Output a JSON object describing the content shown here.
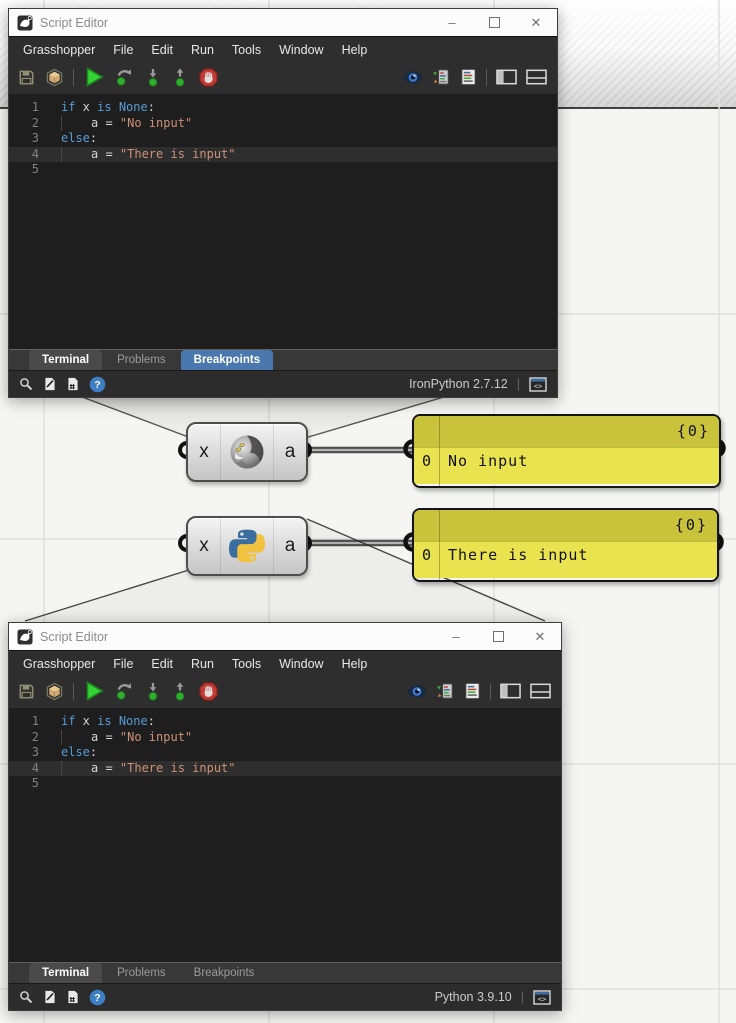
{
  "ui": {
    "status_separator": "|",
    "colors": {
      "tab_highlight_blue": "#4a78ae",
      "panel_header_yellow": "#c9c33c",
      "panel_body_yellow": "#e9e34f",
      "code_keyword": "#569cd6",
      "code_string": "#ce9178",
      "play_green": "#35d435",
      "stop_red": "#c03b33"
    }
  },
  "window_top": {
    "title": "Script Editor",
    "menu": [
      "Grasshopper",
      "File",
      "Edit",
      "Run",
      "Tools",
      "Window",
      "Help"
    ],
    "tabs": [
      "Terminal",
      "Problems",
      "Breakpoints"
    ],
    "runtime": "IronPython 2.7.12"
  },
  "window_bottom": {
    "title": "Script Editor",
    "menu": [
      "Grasshopper",
      "File",
      "Edit",
      "Run",
      "Tools",
      "Window",
      "Help"
    ],
    "tabs": [
      "Terminal",
      "Problems",
      "Breakpoints"
    ],
    "runtime": "Python 3.9.10"
  },
  "code": {
    "gutter": [
      "1",
      "2",
      "3",
      "4",
      "5"
    ],
    "lines": [
      {
        "tokens": [
          [
            "kw",
            "if"
          ],
          [
            "pl",
            " x "
          ],
          [
            "kw",
            "is"
          ],
          [
            "pl",
            " "
          ],
          [
            "kw",
            "None"
          ],
          [
            "pl",
            ":"
          ]
        ]
      },
      {
        "indent": true,
        "tokens": [
          [
            "pl",
            "a = "
          ],
          [
            "str",
            "\"No input\""
          ]
        ]
      },
      {
        "tokens": [
          [
            "kw",
            "else"
          ],
          [
            "pl",
            ":"
          ]
        ]
      },
      {
        "indent": true,
        "current": true,
        "tokens": [
          [
            "pl",
            "a = "
          ],
          [
            "str",
            "\"There is input\""
          ]
        ]
      },
      {
        "tokens": []
      }
    ]
  },
  "components": [
    {
      "input_label": "x",
      "output_label": "a",
      "icon": "ghpython-icon"
    },
    {
      "input_label": "x",
      "output_label": "a",
      "icon": "python3-icon"
    }
  ],
  "panels": [
    {
      "path": "{0}",
      "row_index": "0",
      "row_text": "No input"
    },
    {
      "path": "{0}",
      "row_index": "0",
      "row_text": "There is input"
    }
  ]
}
